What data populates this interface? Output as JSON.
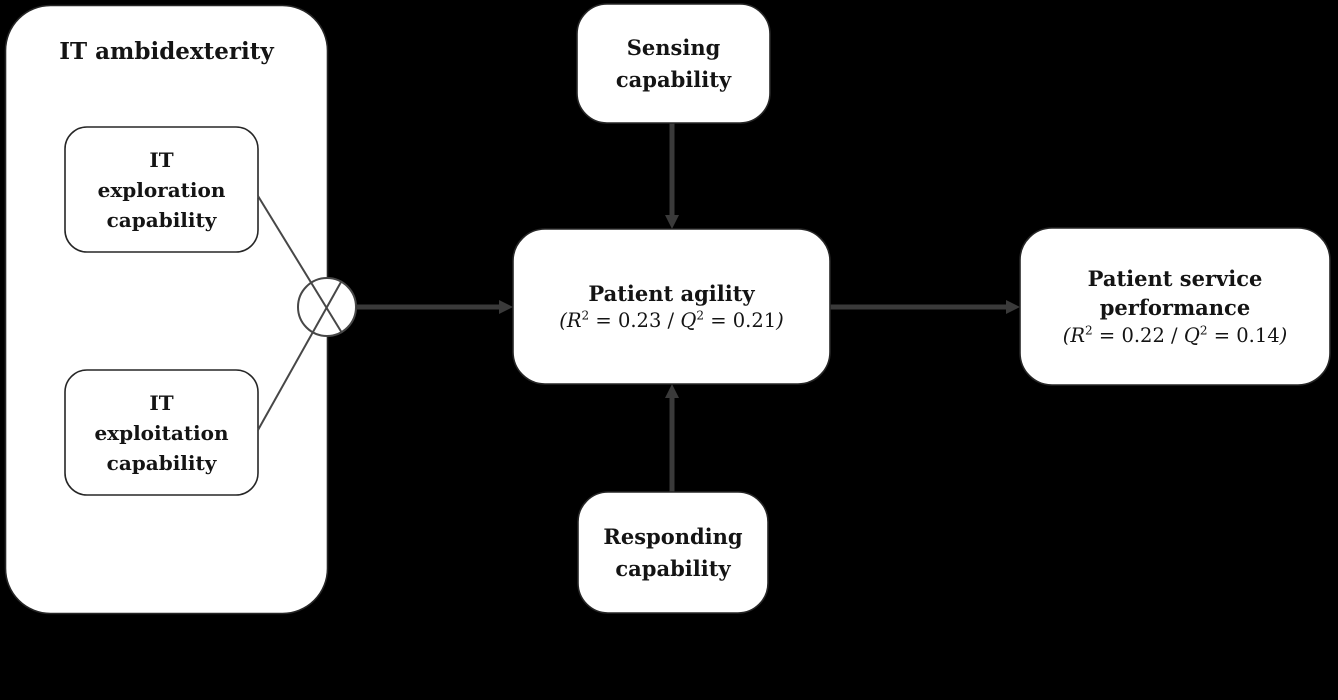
{
  "colors": {
    "background": "#000000",
    "box_fill": "#ffffff",
    "box_border": "#262626",
    "connector": "#3a3a3a",
    "thin_line": "#474747",
    "text": "#141414"
  },
  "nodes": {
    "it_ambidexterity": {
      "title": "IT ambidexterity"
    },
    "it_exploration": {
      "label": "IT\nexploration\ncapability"
    },
    "it_exploitation": {
      "label": "IT\nexploitation\ncapability"
    },
    "sensing": {
      "label": "Sensing\ncapability"
    },
    "patient_agility": {
      "title": "Patient agility",
      "stats": {
        "open": "(R",
        "sup1": "2",
        "mid": " = 0.23 / ",
        "q": "Q",
        "sup2": "2",
        "end": " = 0.21",
        "close": ")"
      }
    },
    "responding": {
      "label": "Responding\ncapability"
    },
    "patient_service_performance": {
      "title": "Patient service\nperformance",
      "stats": {
        "open": "(R",
        "sup1": "2",
        "mid": " = 0.22 / ",
        "q": "Q",
        "sup2": "2",
        "end": " = 0.14",
        "close": ")"
      }
    }
  },
  "symbols": {
    "interaction_marker": "multiplication-circle-icon"
  }
}
